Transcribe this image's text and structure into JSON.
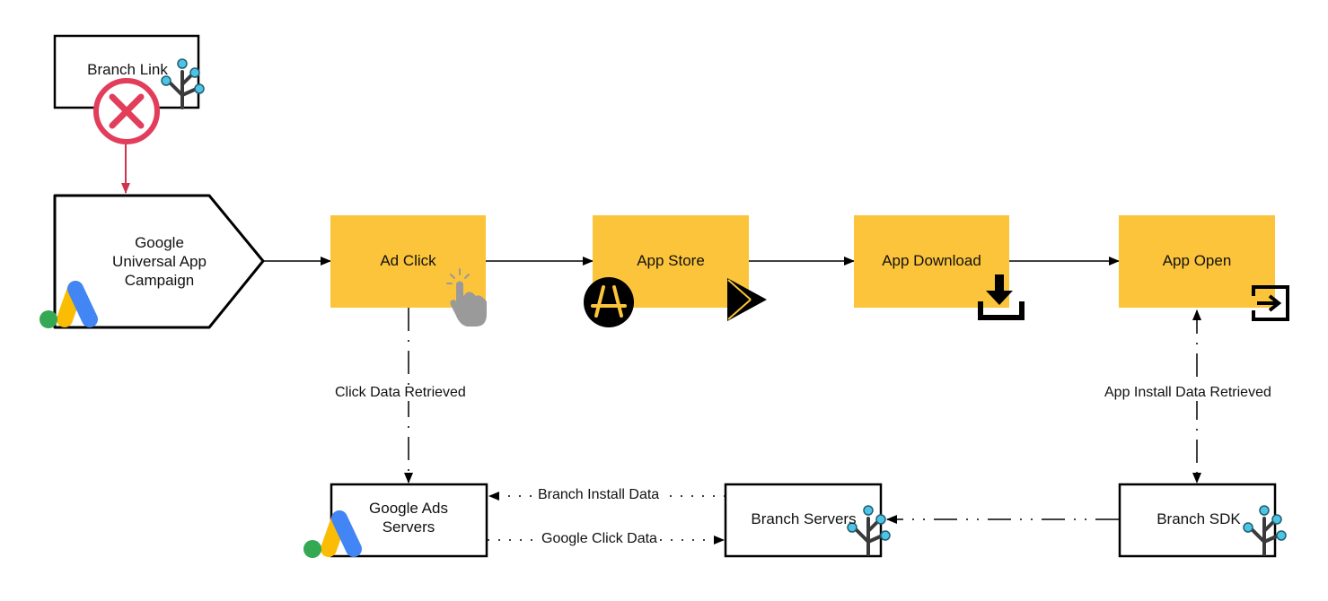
{
  "nodes": {
    "branch_link": "Branch Link",
    "google_uac": "Google\nUniversal App\nCampaign",
    "ad_click": "Ad Click",
    "app_store": "App Store",
    "app_download": "App Download",
    "app_open": "App Open",
    "google_ads_servers": "Google Ads\nServers",
    "branch_servers": "Branch Servers",
    "branch_sdk": "Branch SDK"
  },
  "edges": {
    "click_data_retrieved": "Click Data Retrieved",
    "app_install_data_retrieved": "App Install Data Retrieved",
    "branch_install_data": "Branch Install Data",
    "google_click_data": "Google Click Data"
  },
  "icons": {
    "blocked": "x-circle-icon",
    "branch": "branch-tree-icon",
    "google_ads": "google-ads-icon",
    "tap": "hand-tap-icon",
    "app_store": "app-store-icon",
    "play_store": "google-play-icon",
    "download": "download-icon",
    "open": "app-open-icon"
  },
  "colors": {
    "process_fill": "#fbc43a",
    "blocked_red": "#e23d5a",
    "branch_node": "#4ec3e3",
    "branch_trunk": "#3a3a3a",
    "ads_blue": "#4285f4",
    "ads_yellow": "#fbbc04",
    "ads_green": "#34a853"
  }
}
